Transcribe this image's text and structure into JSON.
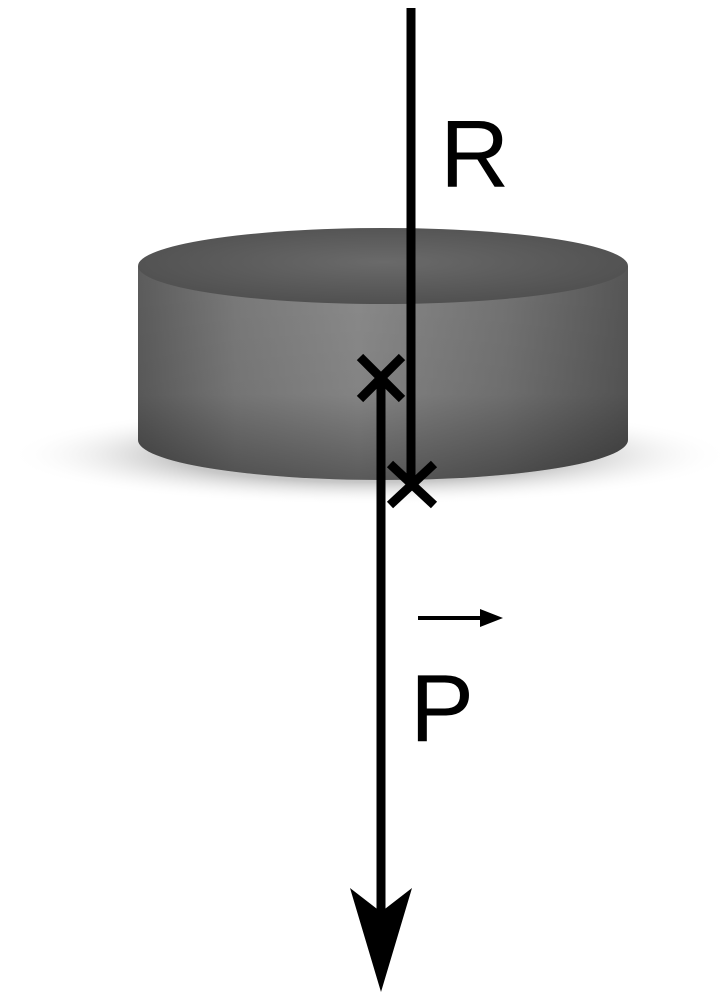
{
  "diagram": {
    "force_labels": {
      "reaction": "R",
      "weight": "P"
    },
    "weight_has_vector_arrow": true,
    "object": "cylinder",
    "colors": {
      "object_body": "#6e6e6e",
      "object_top": "#5f5f5f",
      "shadow": "#cfcfcf",
      "vector_stroke": "#000000",
      "background": "#ffffff"
    }
  }
}
